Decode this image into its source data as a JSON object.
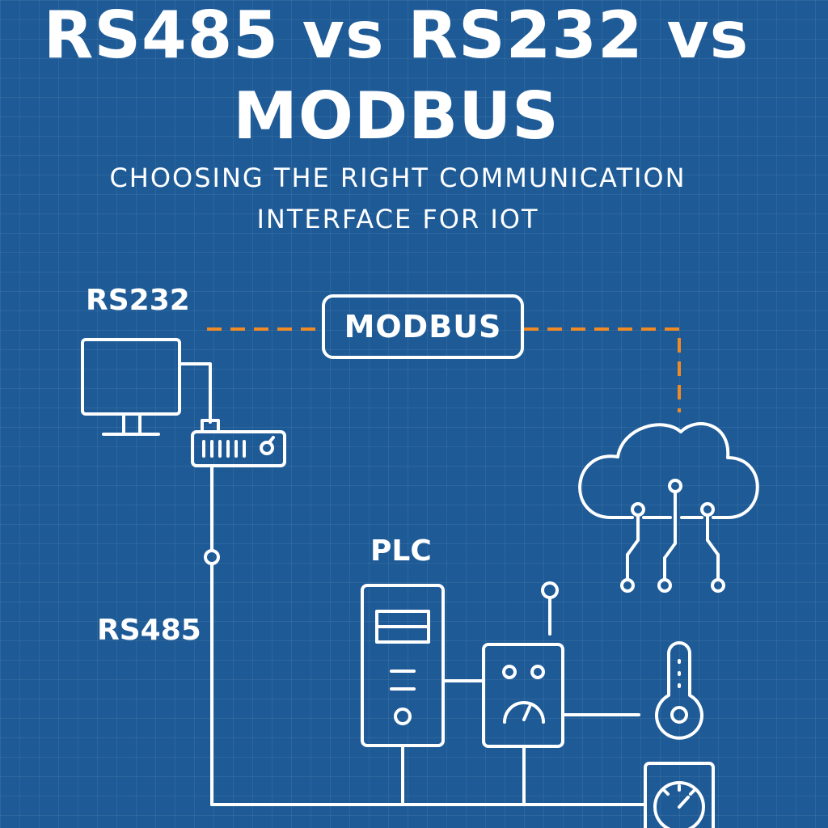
{
  "title": {
    "line1": "RS485 vs RS232 vs",
    "line2": "MODBUS"
  },
  "subtitle": {
    "line1": "CHOOSING THE RIGHT COMMUNICATION",
    "line2": "INTERFACE FOR IOT"
  },
  "labels": {
    "rs232": "RS232",
    "modbus": "MODBUS",
    "rs485": "RS485",
    "plc": "PLC"
  },
  "colors": {
    "background": "#1d5a96",
    "line": "#ffffff",
    "modbus_link": "#f08a24"
  },
  "icons": [
    "computer-monitor-icon",
    "serial-converter-icon",
    "cloud-iot-icon",
    "plc-icon",
    "sensor-gauge-icon",
    "thermometer-icon",
    "meter-gauge-icon"
  ]
}
